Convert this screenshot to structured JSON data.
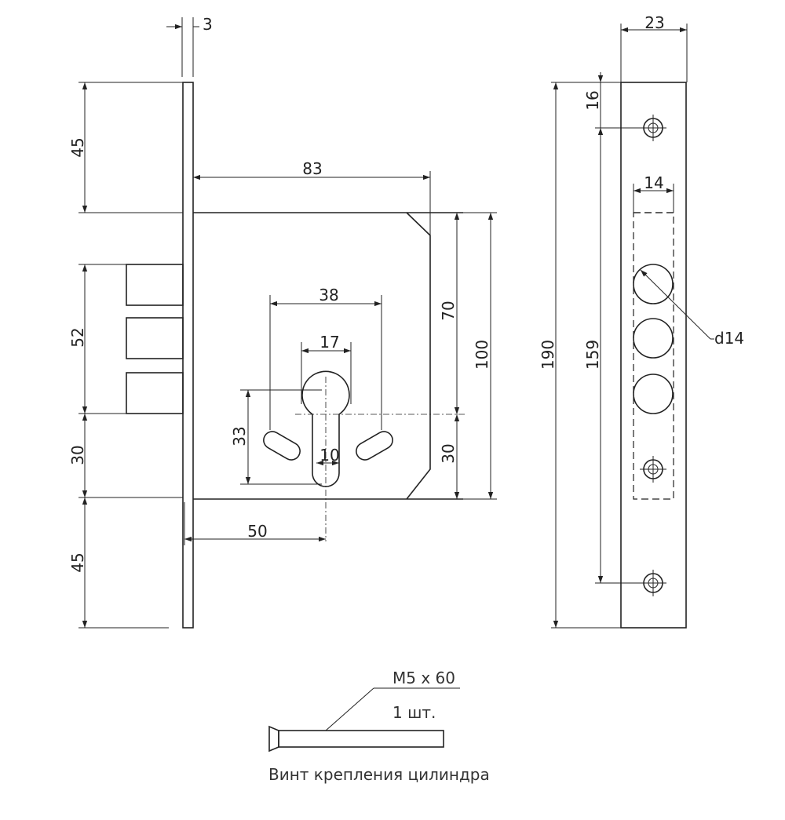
{
  "dimensions": {
    "faceplate_thickness": "3",
    "top_offset": "45",
    "bolts_span": "52",
    "bolt_to_axis": "30",
    "bottom_offset": "45",
    "case_depth": "83",
    "cylinder_spacing": "38",
    "cylinder_width": "17",
    "cylinder_height": "33",
    "cylinder_neck": "10",
    "backset": "50",
    "upper_height": "70",
    "lower_height": "30",
    "case_height": "100",
    "faceplate_width": "23",
    "top_hole_offset": "16",
    "bolt_hole_width": "14",
    "faceplate_length": "190",
    "hole_spacing": "159",
    "bolt_diameter": "d14"
  },
  "screw": {
    "spec": "M5 x 60",
    "quantity": "1 шт.",
    "caption": "Винт крепления цилиндра"
  }
}
